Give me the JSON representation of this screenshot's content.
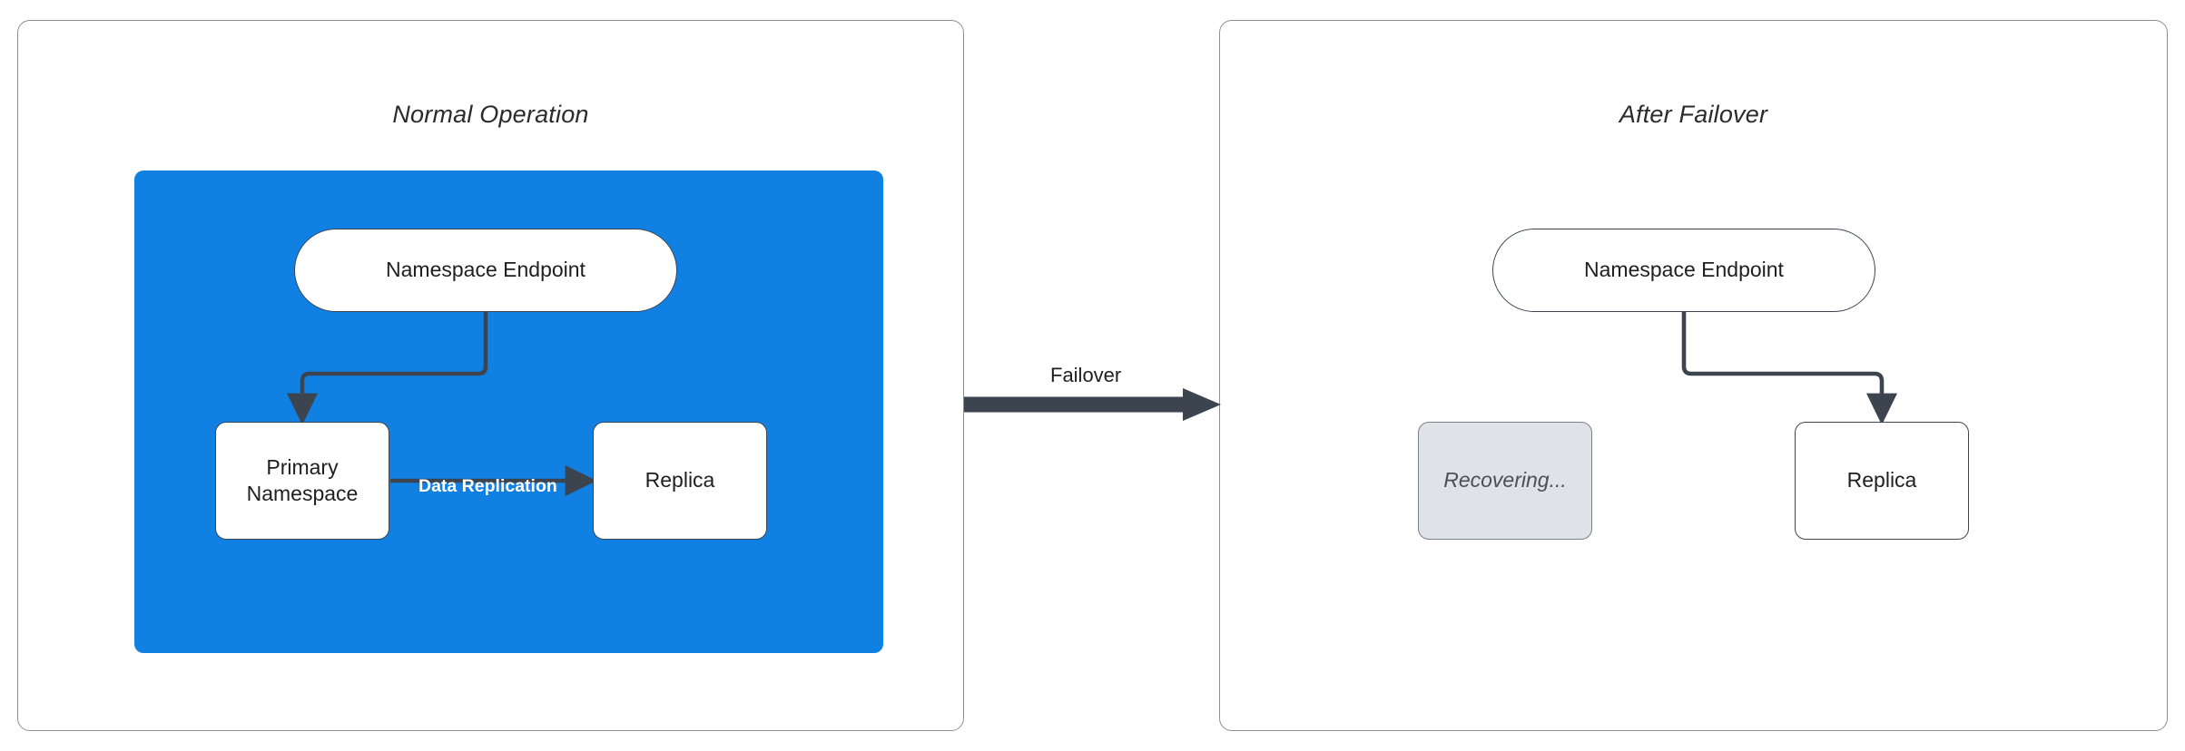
{
  "diagram": {
    "title_left": "Normal Operation",
    "title_right": "After Failover",
    "colors": {
      "cluster_blue": "#1180e3",
      "node_border": "#3c4450",
      "node_fill": "#ffffff",
      "recovering_fill": "#dfe2e6",
      "recovering_border": "#7b8189",
      "panel_border": "#8f8f8f",
      "arrow": "#3c4450",
      "replication_label": "#ffffff",
      "text": "#1f1f1f"
    }
  },
  "panels": [
    {
      "id": "normal-operation",
      "title": "Normal Operation",
      "nodes": [
        {
          "id": "endpoint-left",
          "label": "Namespace Endpoint",
          "shape": "stadium",
          "state": "active"
        },
        {
          "id": "primary",
          "label": "Primary Namespace",
          "shape": "rounded-rect",
          "state": "active"
        },
        {
          "id": "replica-left",
          "label": "Replica",
          "shape": "rounded-rect",
          "state": "active"
        }
      ],
      "edges": [
        {
          "from": "endpoint-left",
          "to": "primary",
          "label": ""
        },
        {
          "from": "primary",
          "to": "replica-left",
          "label": "Data Replication"
        }
      ]
    },
    {
      "id": "after-failover",
      "title": "After Failover",
      "nodes": [
        {
          "id": "endpoint-right",
          "label": "Namespace Endpoint",
          "shape": "stadium",
          "state": "active"
        },
        {
          "id": "recovering",
          "label": "Recovering...",
          "shape": "rounded-rect",
          "state": "inactive"
        },
        {
          "id": "replica-right",
          "label": "Replica",
          "shape": "rounded-rect",
          "state": "active"
        }
      ],
      "edges": [
        {
          "from": "endpoint-right",
          "to": "replica-right",
          "label": ""
        }
      ]
    }
  ],
  "transition": {
    "label": "Failover",
    "from_panel": "normal-operation",
    "to_panel": "after-failover"
  },
  "labels": {
    "namespace_endpoint": "Namespace Endpoint",
    "primary_namespace": "Primary Namespace",
    "replica": "Replica",
    "recovering": "Recovering...",
    "data_replication": "Data Replication",
    "failover": "Failover"
  }
}
